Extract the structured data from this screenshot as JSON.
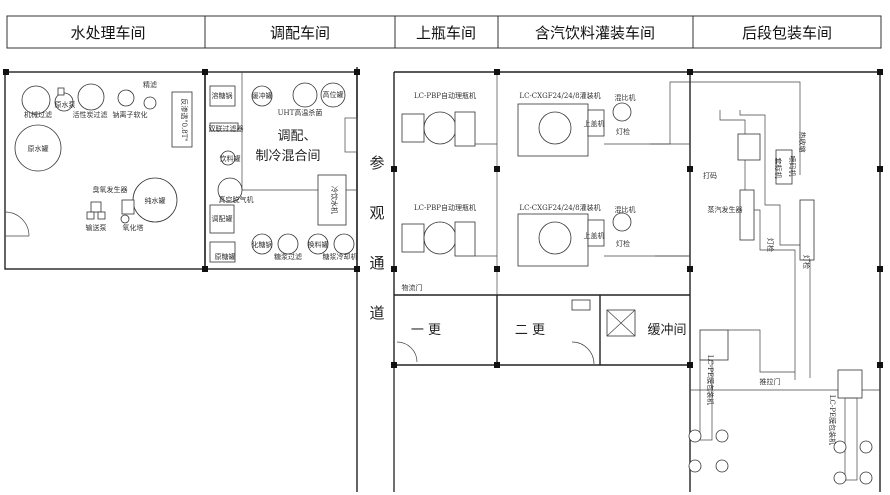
{
  "headers": [
    "水处理车间",
    "调配车间",
    "上瓶车间",
    "含汽饮料灌装车间",
    "后段包装车间"
  ],
  "rooms": {
    "mixing": "调配、",
    "mixing2": "制冷混合间",
    "aisle": [
      "参",
      "观",
      "通",
      "道"
    ],
    "change1": "一 更",
    "change2": "二 更",
    "buffer": "缓冲间"
  },
  "water": {
    "precision_filter": "精滤",
    "raw_pump": "原水泵",
    "mech_filter": "机械过滤",
    "carbon_filter": "活性炭过滤",
    "ion_softener": "钠离子软化",
    "raw_tank": "原水罐",
    "ozone_gen": "臭氧发生器",
    "pure_tank": "纯水罐",
    "transfer_pump": "输送泵",
    "oxidizer": "氧化塔",
    "ro": "反渗透\"0.8T\""
  },
  "mix": {
    "sugar_tank": "溶糖锅",
    "jacket_tank": "缓冲罐",
    "high_tank": "高位罐",
    "uht": "UHT高温杀菌",
    "duplex_filter": "双联过滤器",
    "bev_tank": "饮料罐",
    "degasser": "真空脱气机",
    "mixing_tank": "调配罐",
    "chiller": "冷饮水机",
    "syrup_tank": "原糖罐",
    "homogenizer": "化糖锅",
    "pump": "糖浆过滤",
    "cooler": "换料罐",
    "plate": "糖浆冷却机"
  },
  "bottle": {
    "unscrambler1": "LC-PBP自动理瓶机",
    "unscrambler2": "LC-PBP自动理瓶机",
    "door": "物流门"
  },
  "filling": {
    "filler1": "LC-CXGF24/24/8灌装机",
    "filler2": "LC-CXGF24/24/8灌装机",
    "mixer1": "混比机",
    "mixer2": "混比机",
    "capper1": "上盖机",
    "capper2": "上盖机",
    "lamp1": "灯检",
    "lamp2": "灯检"
  },
  "pack": {
    "labeler": "套标机",
    "shrink": "热收缩",
    "code": "喷码机",
    "inkjet": "蒸汽发生器",
    "packer1": "LC-PE膜包装机",
    "packer2": "LC-PE膜包装机",
    "lamp3": "灯检",
    "lamp4": "灯检",
    "door": "推拉门",
    "small": "打码"
  }
}
